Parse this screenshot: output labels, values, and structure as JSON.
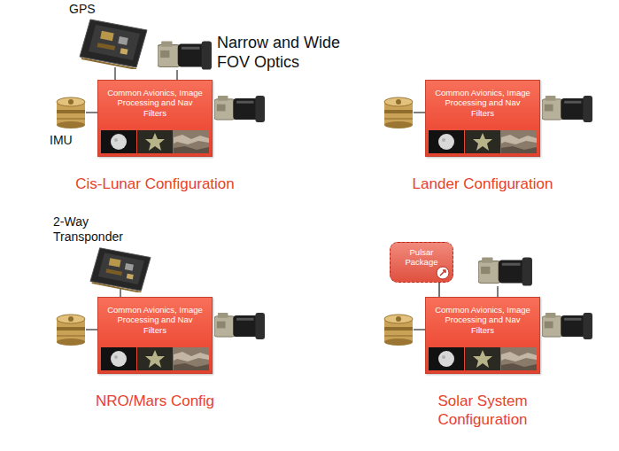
{
  "diagram": {
    "nodes": [
      {
        "text": [
          "Common Avionics, Image Processing and Nav Filters",
          "Cis-Lunar Configuration"
        ]
      },
      {
        "text": [
          "Common Avionics, Image Processing and Nav Filters",
          "Lander Configuration"
        ]
      },
      {
        "text": [
          "Common Avionics, Image Processing and Nav Filters",
          "NRO/Mars Config"
        ]
      },
      {
        "text": [
          "Pulsar Package"
        ]
      },
      {
        "text": [
          "Common Avionics, Image Processing and Nav Filters",
          "Solar System Configuration"
        ]
      }
    ],
    "edges": [
      {
        "from": 3,
        "to": 4,
        "arrow": "none"
      }
    ],
    "labels": [
      "GPS",
      "Narrow and Wide FOV Optics",
      "IMU",
      "2-Way Transponder"
    ]
  }
}
